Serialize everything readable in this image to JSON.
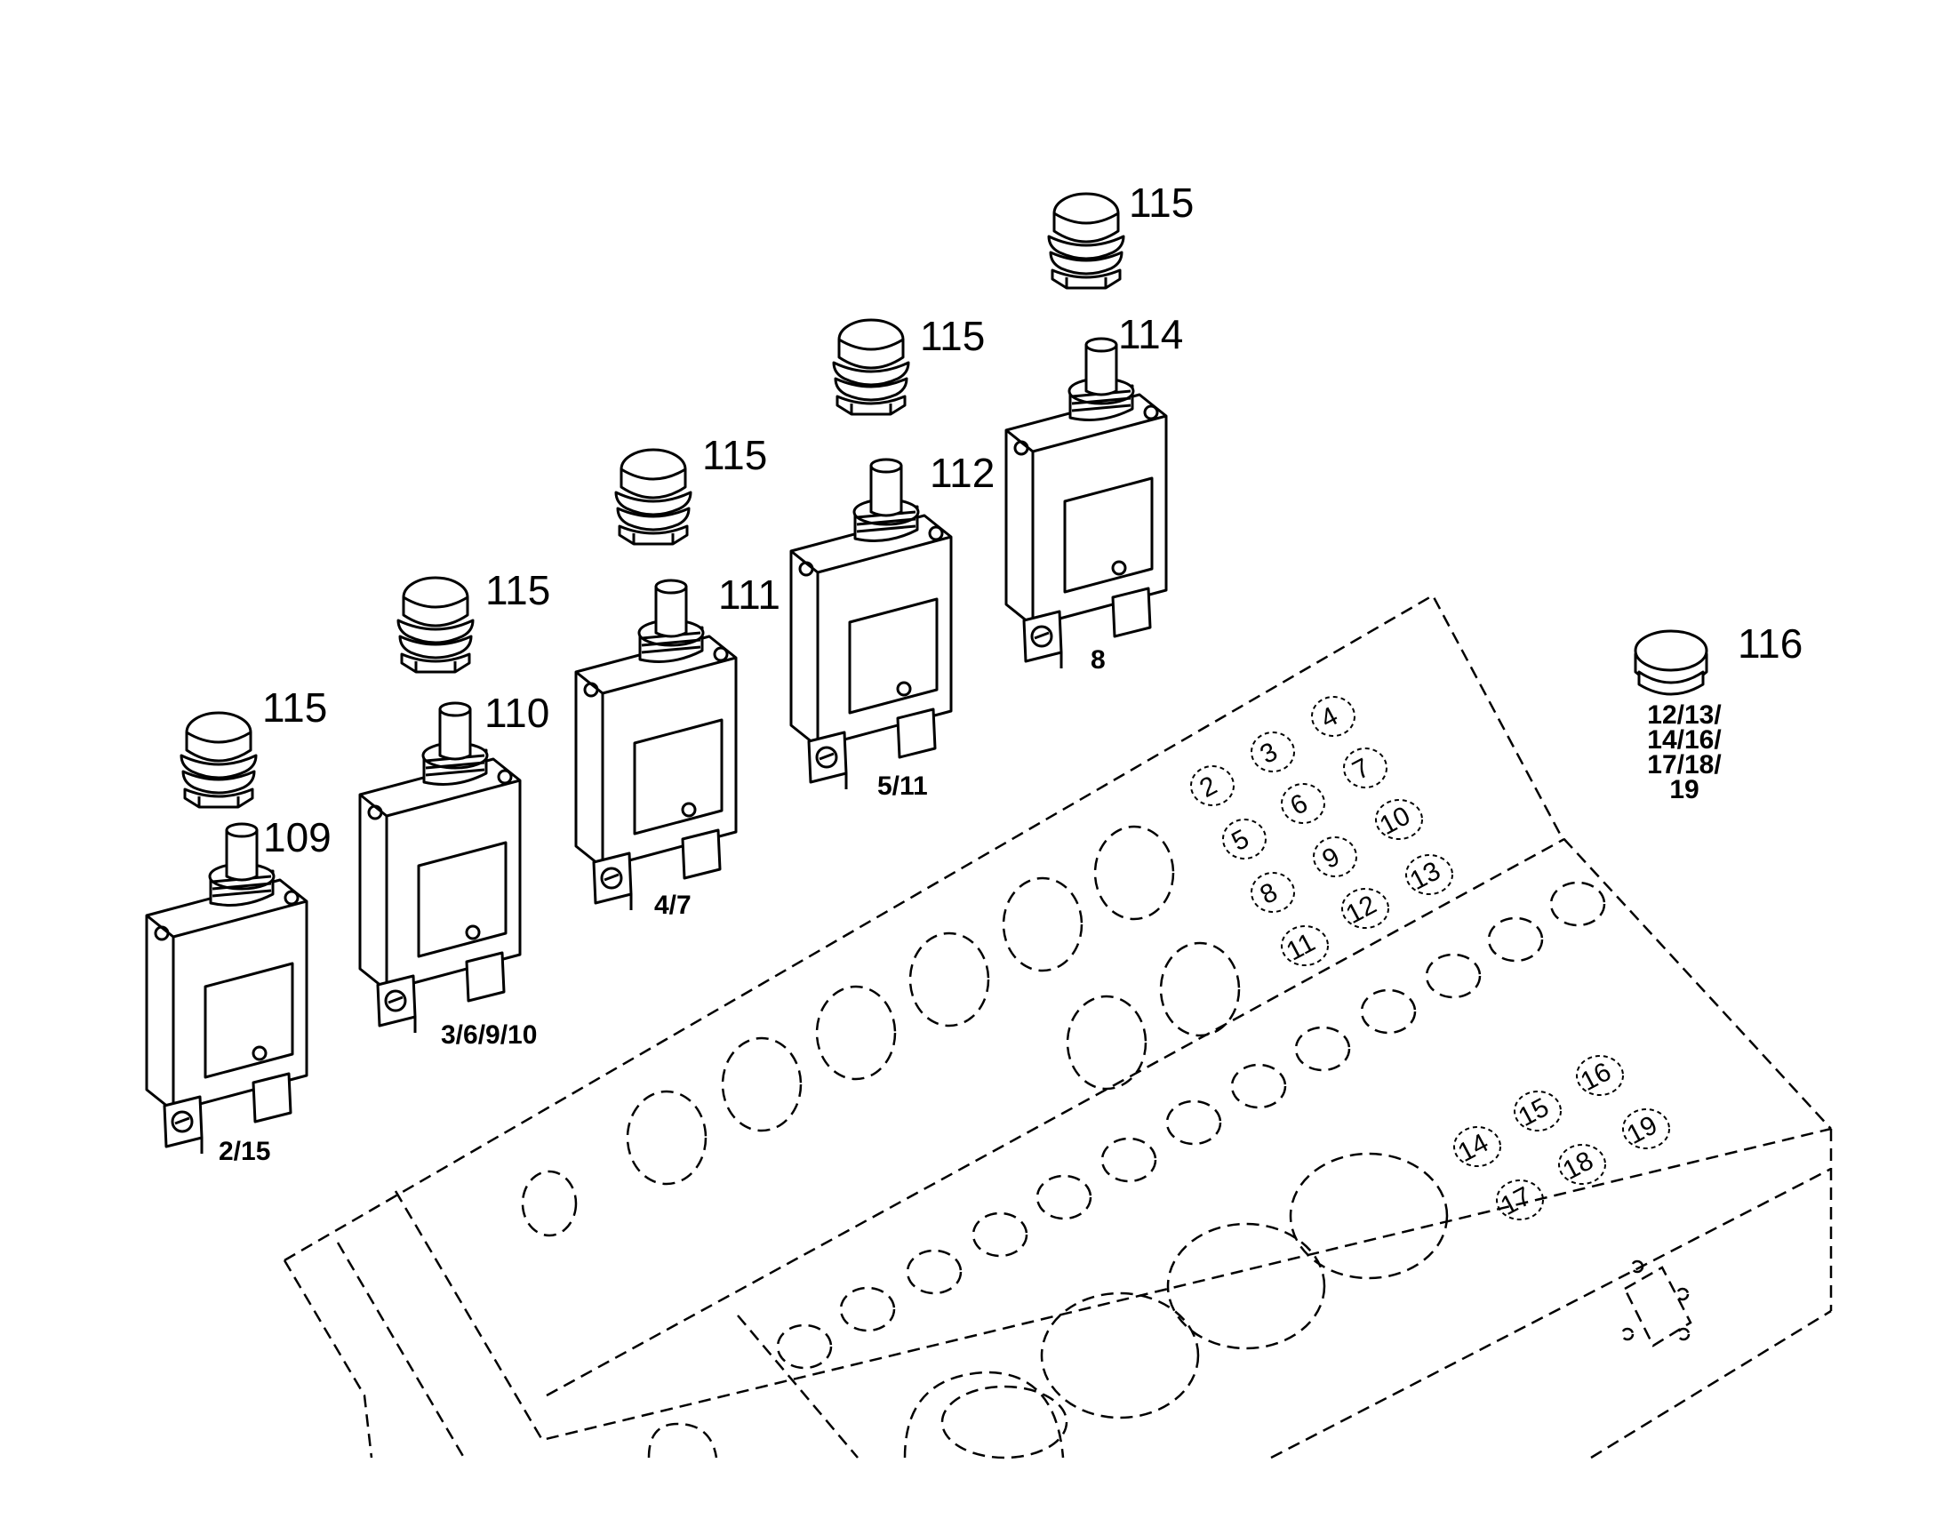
{
  "callouts": {
    "cap_a": "115",
    "cap_b": "115",
    "cap_c": "115",
    "cap_d": "115",
    "cap_e": "115",
    "cap_f": "115",
    "breaker_109": "109",
    "breaker_110": "110",
    "breaker_111": "111",
    "breaker_112": "112",
    "breaker_114": "114",
    "plug_116": "116"
  },
  "position_refs": {
    "breaker_109": "2/15",
    "breaker_110": "3/6/9/10",
    "breaker_111": "4/7",
    "breaker_112": "5/11",
    "breaker_114": "8",
    "plug_116_lines": [
      "12/13/",
      "14/16/",
      "17/18/",
      "19"
    ]
  },
  "panel_holes": [
    "2",
    "3",
    "4",
    "5",
    "6",
    "7",
    "8",
    "9",
    "10",
    "11",
    "12",
    "13",
    "14",
    "15",
    "16",
    "17",
    "18",
    "19"
  ]
}
